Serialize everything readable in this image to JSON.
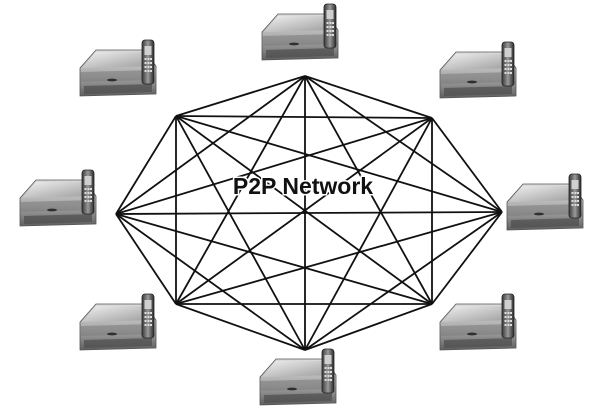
{
  "title": "P2P Network",
  "colors": {
    "edge": "#111111",
    "device_body": "#b8b8b8",
    "device_shade": "#6f6f6f",
    "background": "#ffffff"
  },
  "peers": [
    {
      "id": "peer-top",
      "icon": "computer-with-phone-icon"
    },
    {
      "id": "peer-top-right",
      "icon": "computer-with-phone-icon"
    },
    {
      "id": "peer-right",
      "icon": "computer-with-phone-icon"
    },
    {
      "id": "peer-bottom-right",
      "icon": "computer-with-phone-icon"
    },
    {
      "id": "peer-bottom",
      "icon": "computer-with-phone-icon"
    },
    {
      "id": "peer-bottom-left",
      "icon": "computer-with-phone-icon"
    },
    {
      "id": "peer-left",
      "icon": "computer-with-phone-icon"
    },
    {
      "id": "peer-top-left",
      "icon": "computer-with-phone-icon"
    }
  ],
  "topology": "full-mesh"
}
